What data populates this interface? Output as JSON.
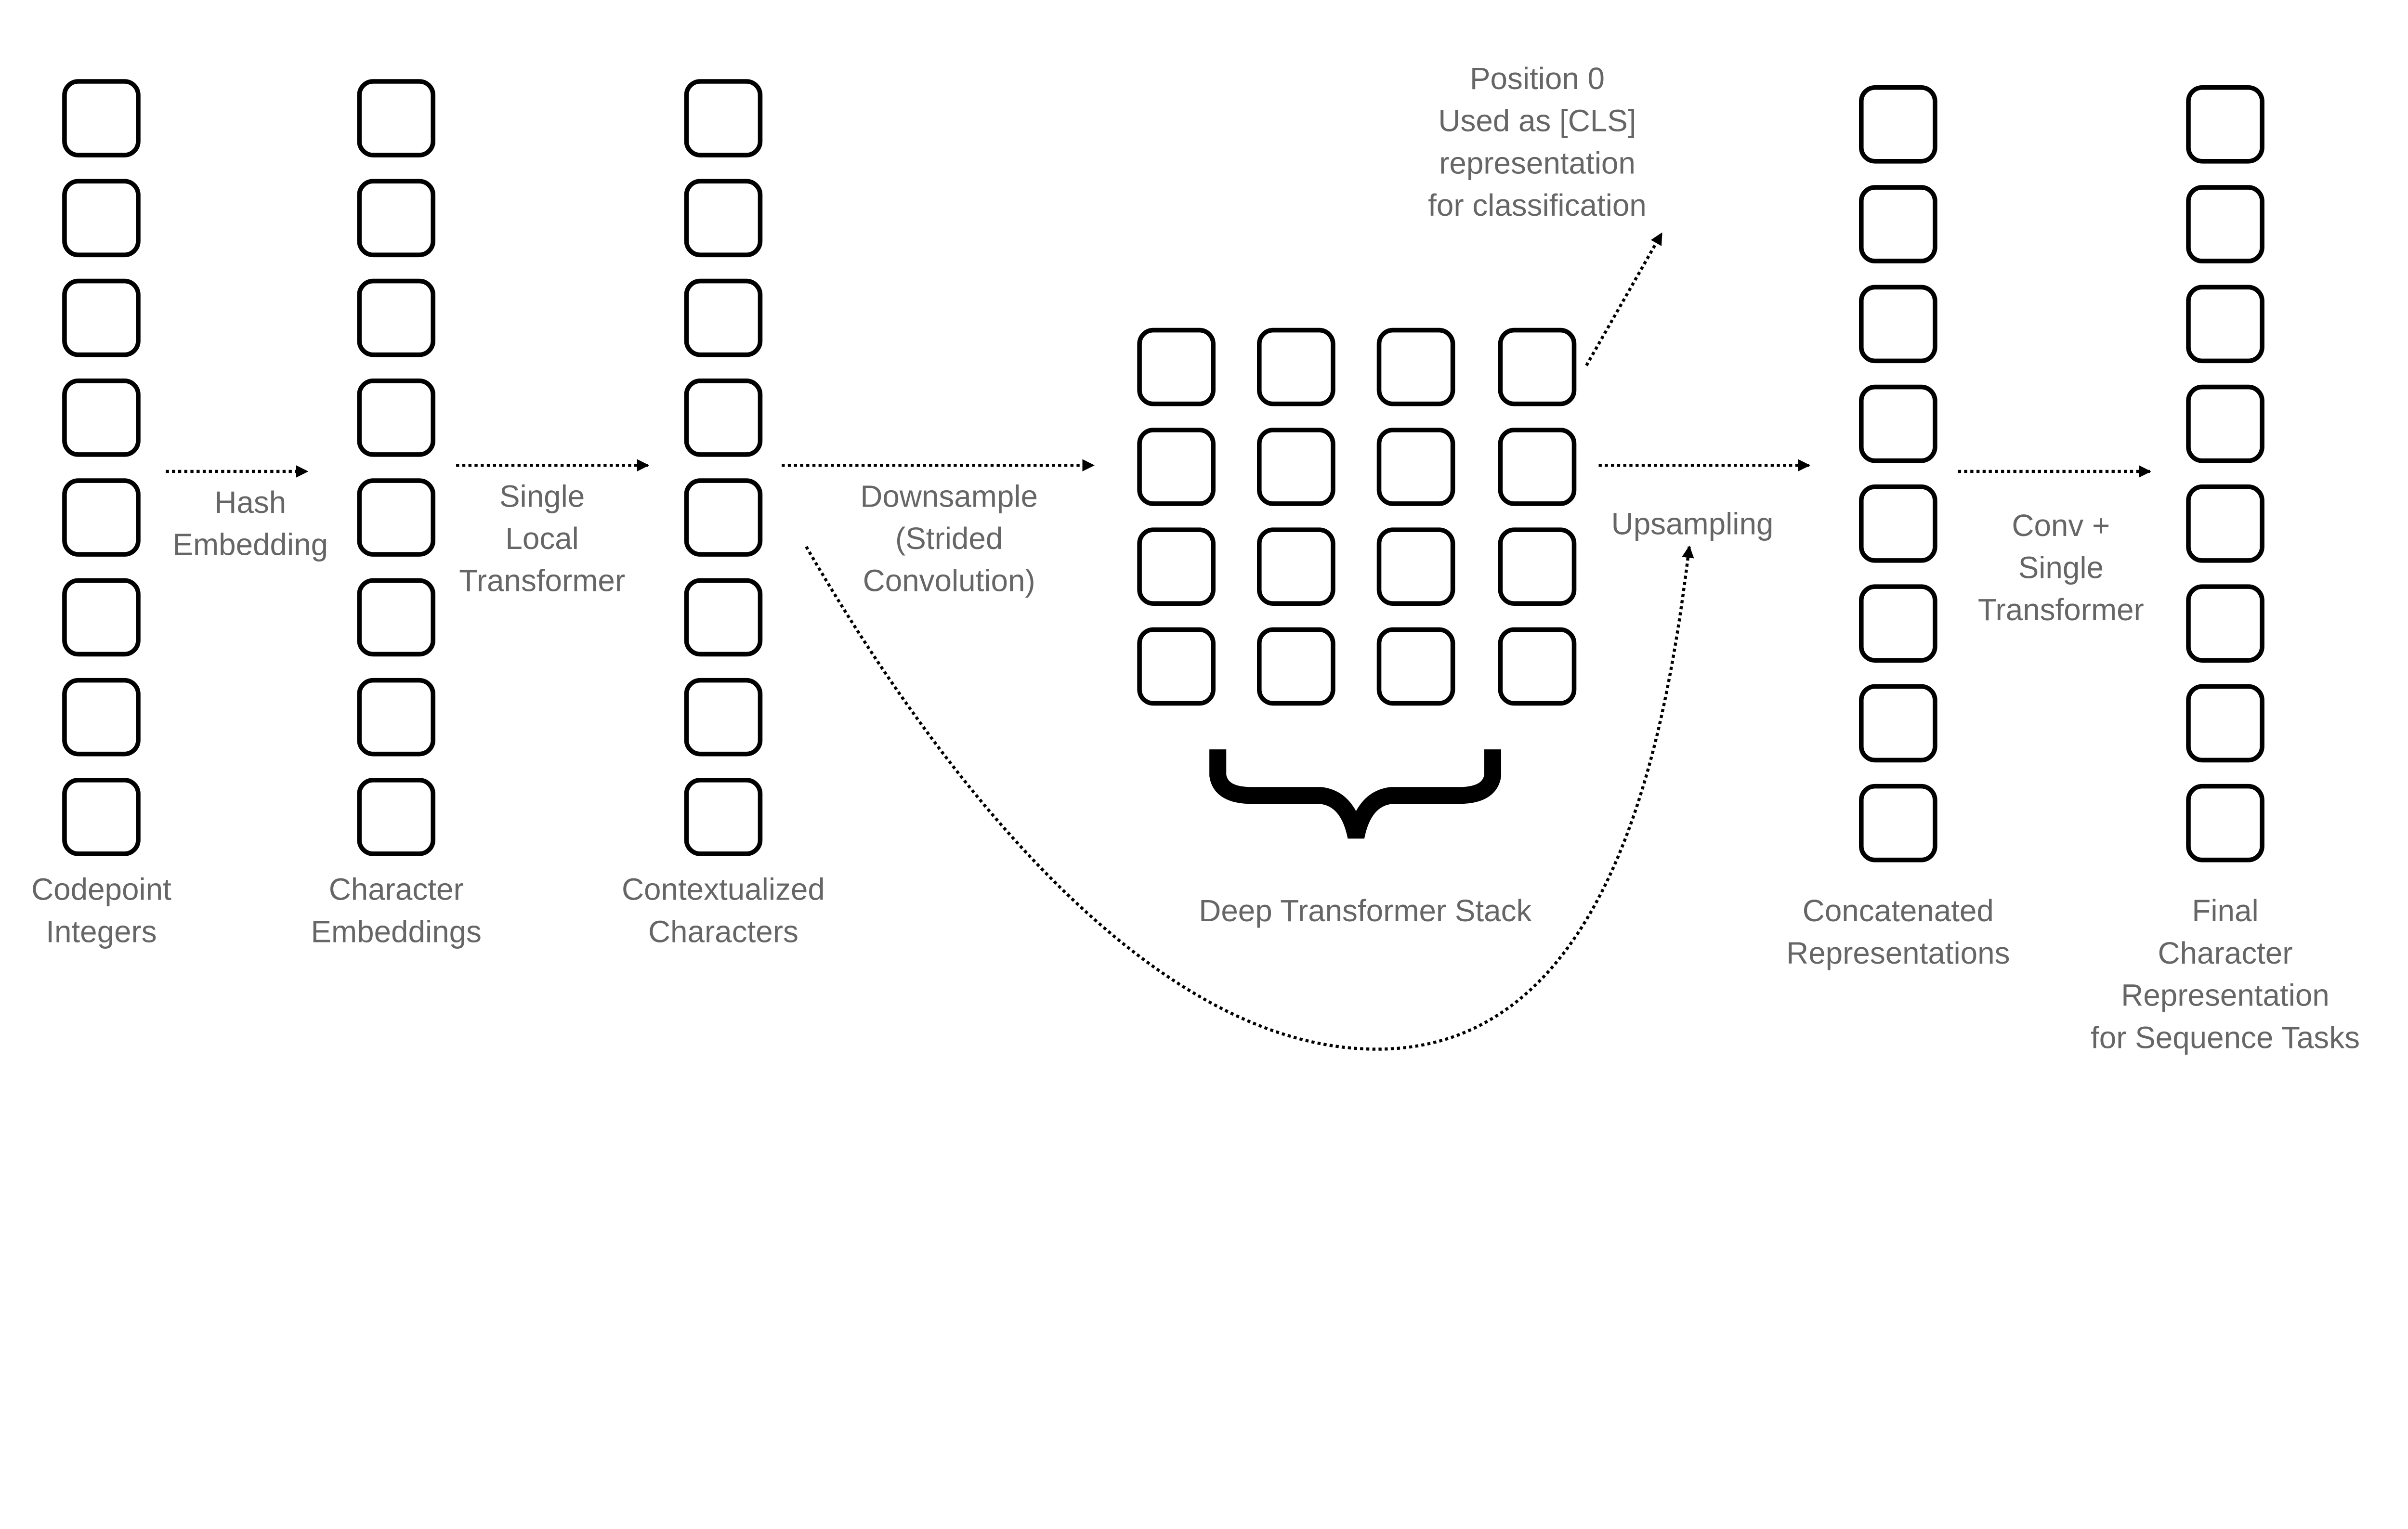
{
  "labels": {
    "codepoint": [
      "Codepoint",
      "Integers"
    ],
    "hash": [
      "Hash",
      "Embedding"
    ],
    "char_emb": [
      "Character",
      "Embeddings"
    ],
    "local": [
      "Single",
      "Local",
      "Transformer"
    ],
    "contextual": [
      "Contextualized",
      "Characters"
    ],
    "downsample": [
      "Downsample",
      "(Strided",
      "Convolution)"
    ],
    "cls": [
      "Position 0",
      "Used as [CLS]",
      "representation",
      "for classification"
    ],
    "deep": [
      "Deep Transformer Stack"
    ],
    "upsampling": [
      "Upsampling"
    ],
    "concat": [
      "Concatenated",
      "Representations"
    ],
    "conv": [
      "Conv +",
      "Single",
      "Transformer"
    ],
    "final": [
      "Final",
      "Character",
      "Representation",
      "for Sequence Tasks"
    ]
  },
  "colors": {
    "text": "#666666",
    "stroke": "#000000"
  }
}
